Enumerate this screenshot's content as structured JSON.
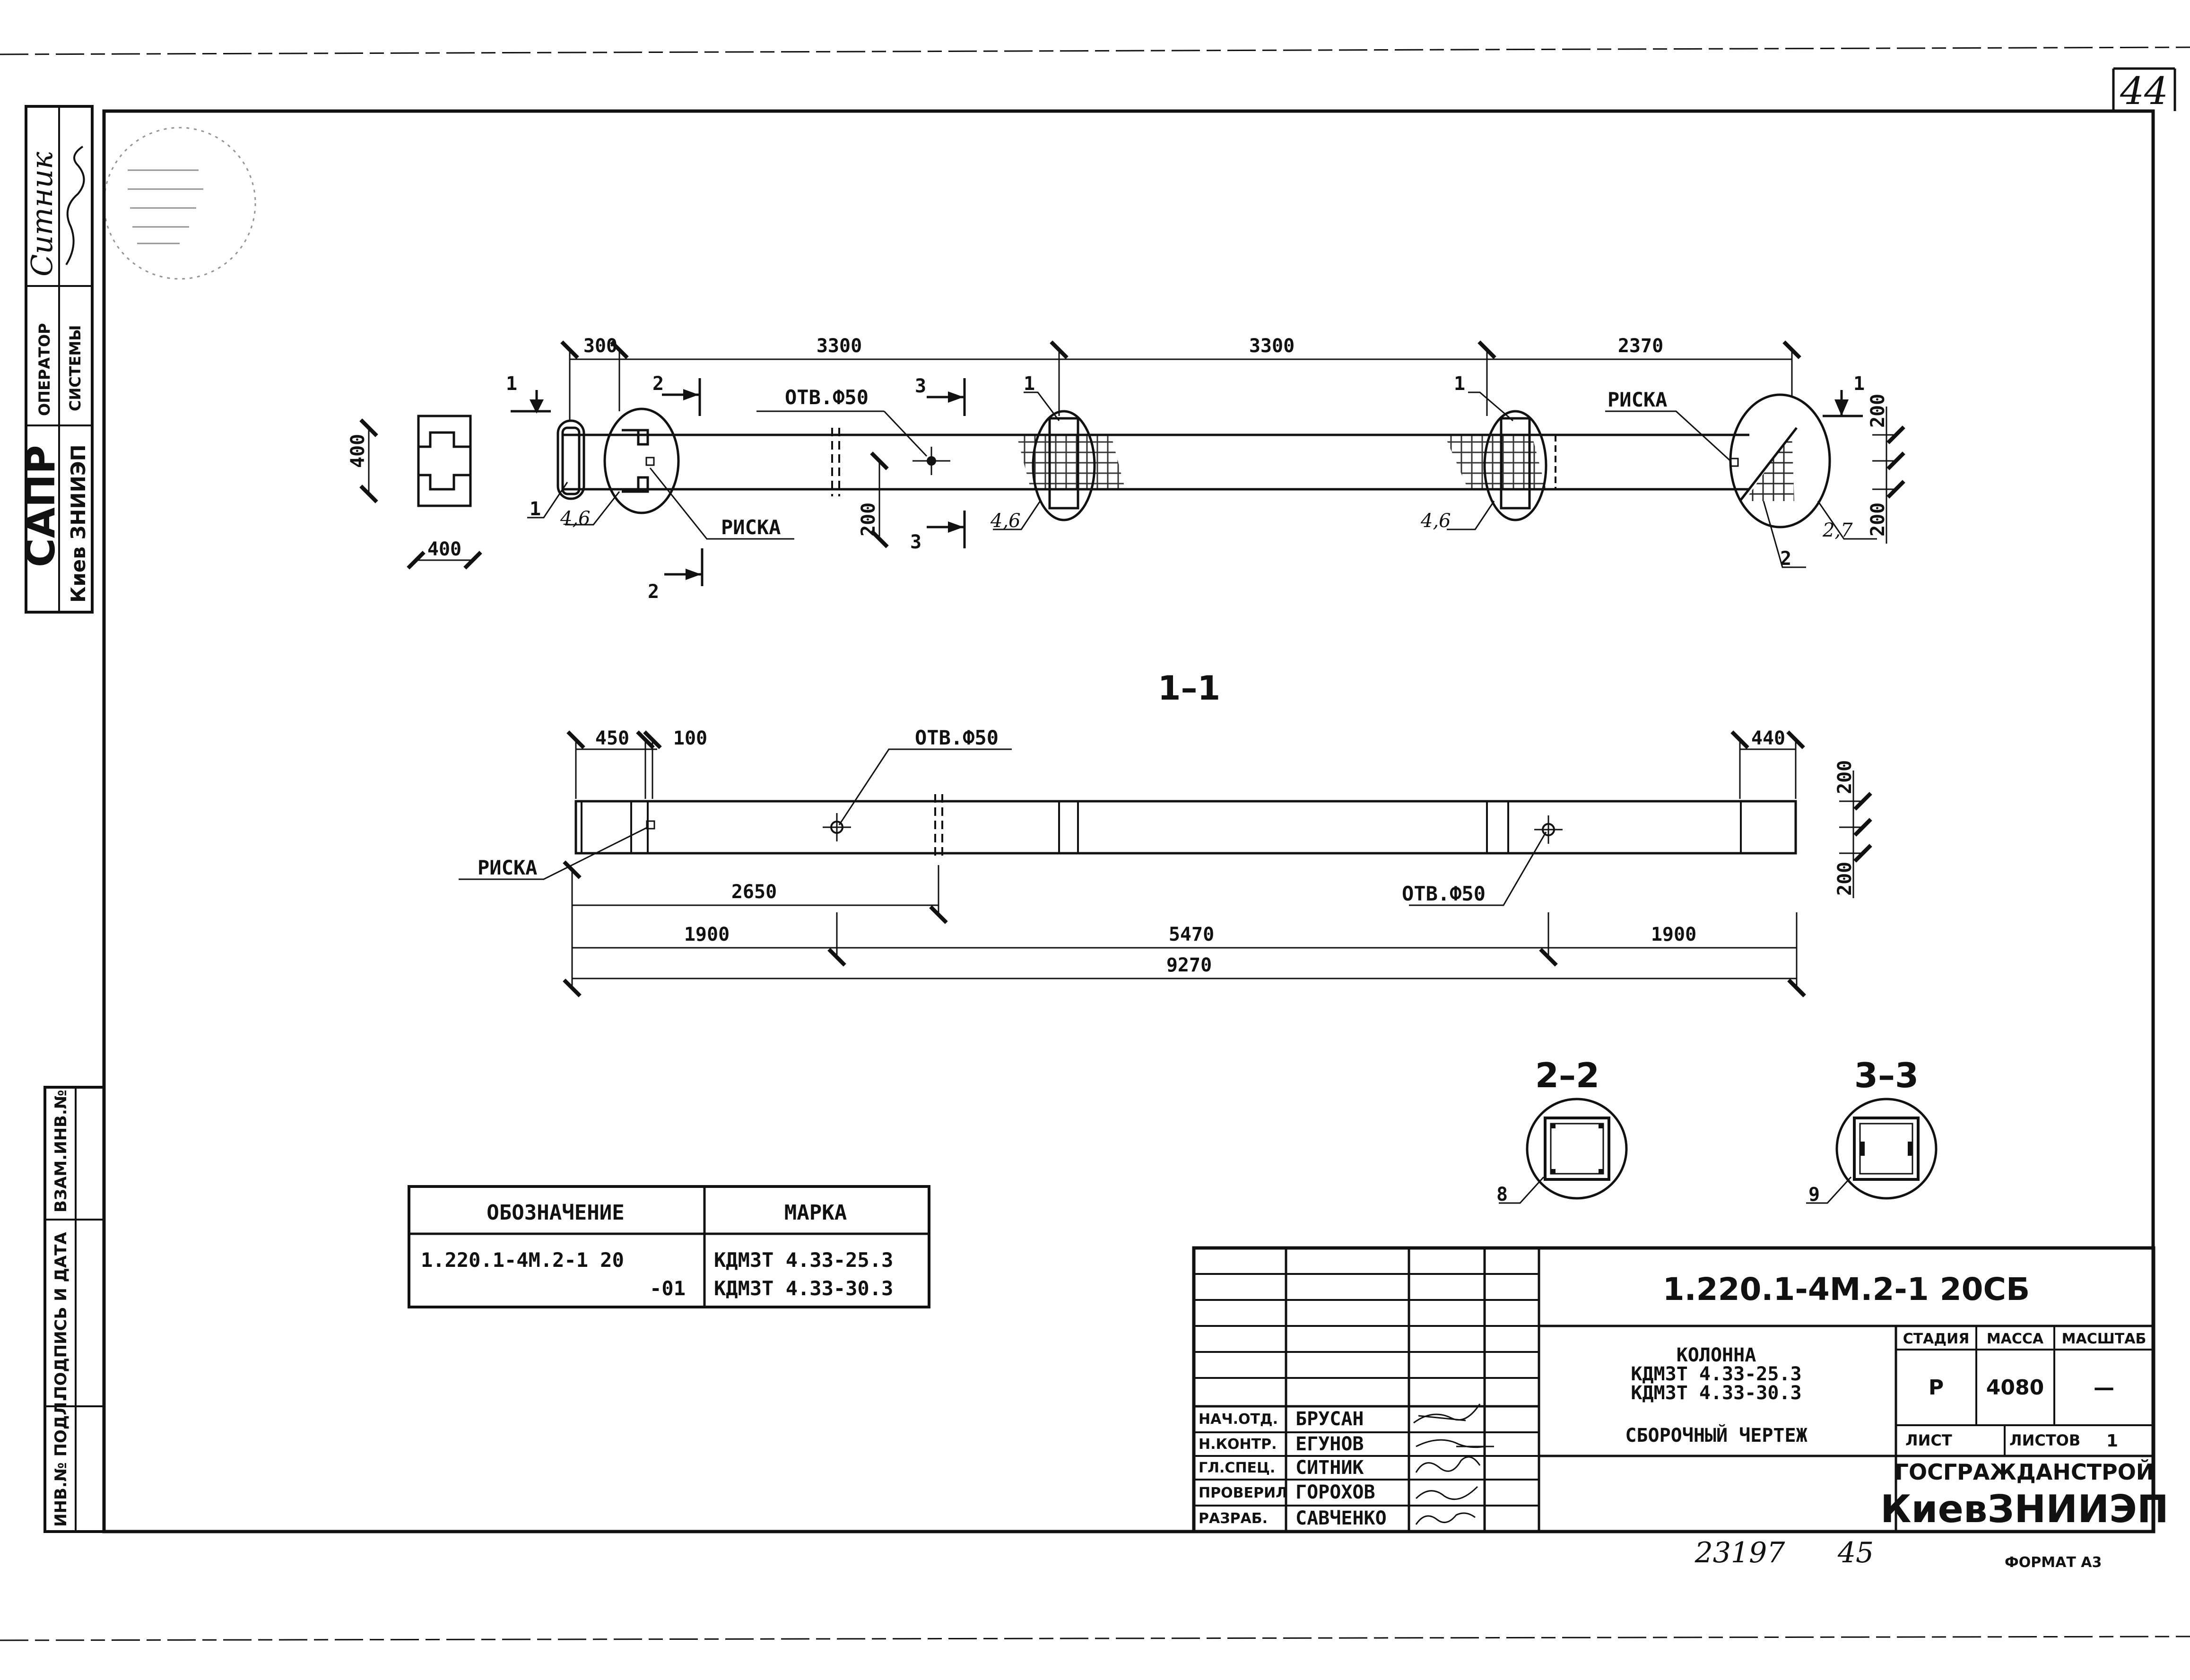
{
  "sheet_number": "44",
  "bottom_note_left": "23197",
  "bottom_note_right": "45",
  "format_label": "ФОРМАТ А3",
  "left_strip": {
    "sapr": "САПР",
    "org": "Киев ЗНИИЭП",
    "operator_line1": "ОПЕРАТОР",
    "operator_line2": "СИСТЕМЫ",
    "operator_name": "Ситник",
    "inv_podl": "ИНВ.№ ПОДЛ.",
    "podpis_data": "ПОДПИСЬ И ДАТА",
    "vzam_inv": "ВЗАМ.ИНВ.№"
  },
  "plan": {
    "dims_top": [
      "300",
      "3300",
      "3300",
      "2370"
    ],
    "dim_height": "400",
    "dim_width": "400",
    "dim_right_top": "200",
    "dim_right_bottom": "200",
    "dim_hole_offset": "200",
    "hole_label": "ОТВ.Ф50",
    "riska_left": "РИСКА",
    "riska_right": "РИСКА",
    "callouts": [
      "1",
      "4,6",
      "4,6",
      "4,6",
      "2,7",
      "2",
      "1",
      "1"
    ],
    "section_marks": [
      "1",
      "1",
      "2",
      "2",
      "3",
      "3"
    ]
  },
  "elevation": {
    "title": "1–1",
    "dims_top_left": [
      "450",
      "100"
    ],
    "dim_top_right": "440",
    "hole_label_top": "ОТВ.Ф50",
    "hole_label_bottom": "ОТВ.Ф50",
    "riska": "РИСКА",
    "dim_2650": "2650",
    "dims_row": [
      "1900",
      "5470",
      "1900"
    ],
    "dim_total": "9270",
    "dim_right_top": "200",
    "dim_right_bottom": "200"
  },
  "sections": [
    {
      "title": "2–2",
      "callout": "8"
    },
    {
      "title": "3–3",
      "callout": "9"
    }
  ],
  "marks_table": {
    "headers": [
      "ОБОЗНАЧЕНИЕ",
      "МАРКА"
    ],
    "designation": "1.220.1-4М.2-1 20",
    "designation_suffix": "-01",
    "marks": [
      "КДМ3Т 4.33-25.3",
      "КДМ3Т 4.33-30.3"
    ]
  },
  "title_block": {
    "code": "1.220.1-4М.2-1 20СБ",
    "name_lines": [
      "КОЛОННА",
      "КДМ3Т 4.33-25.3",
      "КДМ3Т 4.33-30.3"
    ],
    "doc_type": "СБОРОЧНЫЙ ЧЕРТЕЖ",
    "stage_label": "СТАДИЯ",
    "mass_label": "МАССА",
    "scale_label": "МАСШТАБ",
    "stage": "Р",
    "mass": "4080",
    "scale": "—",
    "sheet_label": "ЛИСТ",
    "sheets_label": "ЛИСТОВ",
    "sheets_value": "1",
    "org_line1": "ГОСГРАЖДАНСТРОЙ",
    "org_line2": "КиевЗНИИЭП",
    "roles": [
      "НАЧ.ОТД.",
      "Н.КОНТР.",
      "ГЛ.СПЕЦ.",
      "ПРОВЕРИЛ",
      "РАЗРАБ."
    ],
    "names": [
      "БРУСАН",
      "ЕГУНОВ",
      "СИТНИК",
      "ГОРОХОВ",
      "САВЧЕНКО"
    ]
  }
}
